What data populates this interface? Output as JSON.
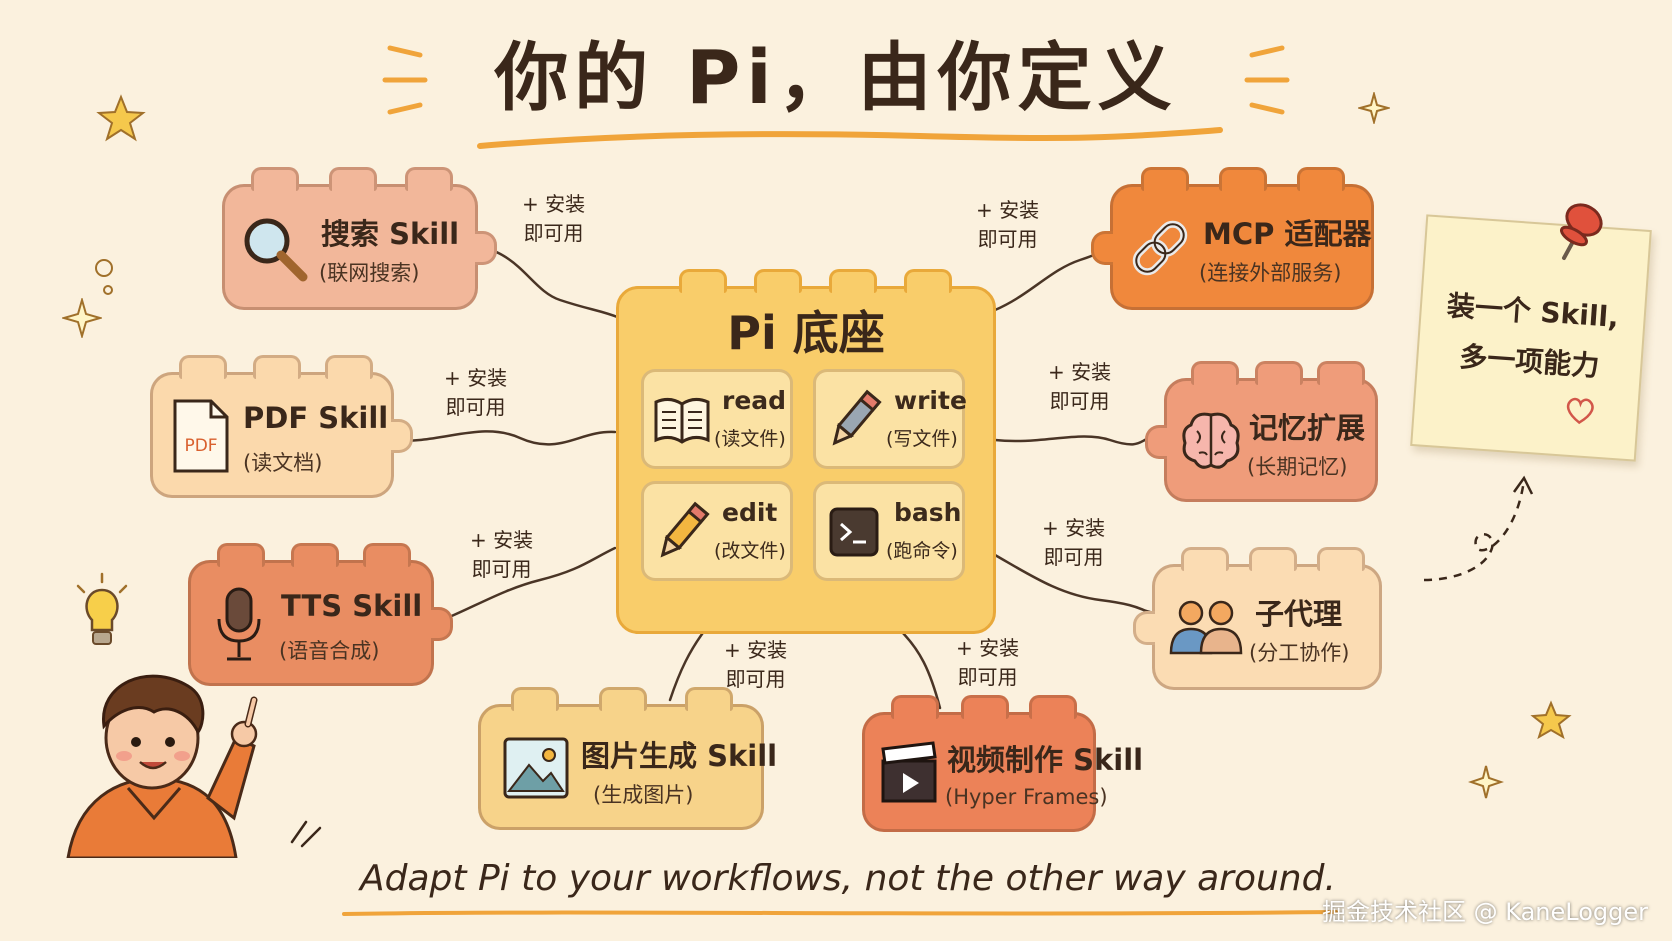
{
  "title": "你的 Pi，由你定义",
  "core": {
    "title": "Pi 底座",
    "tools": [
      {
        "name": "read",
        "sub": "(读文件)",
        "icon": "book-icon"
      },
      {
        "name": "write",
        "sub": "(写文件)",
        "icon": "pencil-icon"
      },
      {
        "name": "edit",
        "sub": "(改文件)",
        "icon": "pencil-icon"
      },
      {
        "name": "bash",
        "sub": "(跑命令)",
        "icon": "terminal-icon"
      }
    ]
  },
  "install_tag": {
    "line1": "+ 安装",
    "line2": "即可用"
  },
  "skills": [
    {
      "name": "搜索 Skill",
      "sub": "(联网搜索)",
      "icon": "magnifier-icon",
      "color": "#f2b79a"
    },
    {
      "name": "PDF Skill",
      "sub": "(读文档)",
      "icon": "pdf-file-icon",
      "icon_text": "PDF",
      "color": "#fbd9ac"
    },
    {
      "name": "TTS Skill",
      "sub": "(语音合成)",
      "icon": "microphone-icon",
      "color": "#e98d62"
    },
    {
      "name": "图片生成 Skill",
      "sub": "(生成图片)",
      "icon": "image-icon",
      "color": "#f7d38a"
    },
    {
      "name": "视频制作 Skill",
      "sub": "(Hyper Frames)",
      "icon": "clapperboard-icon",
      "color": "#ec8258"
    },
    {
      "name": "子代理",
      "sub": "(分工协作)",
      "icon": "people-icon",
      "color": "#fbdcb3"
    },
    {
      "name": "记忆扩展",
      "sub": "(长期记忆)",
      "icon": "brain-icon",
      "color": "#ef9c7a"
    },
    {
      "name": "MCP 适配器",
      "sub": "(连接外部服务)",
      "icon": "chain-link-icon",
      "color": "#f0883c"
    }
  ],
  "note": {
    "line1": "装一个 Skill,",
    "line2": "多一项能力"
  },
  "tagline": "Adapt Pi to your workflows, not the other way around.",
  "watermark": "掘金技术社区 @ KaneLogger",
  "colors": {
    "core": "#f9cd6a",
    "core_border": "#e9a93a",
    "accent_line": "#f0a43a",
    "background": "#fbf1de"
  }
}
